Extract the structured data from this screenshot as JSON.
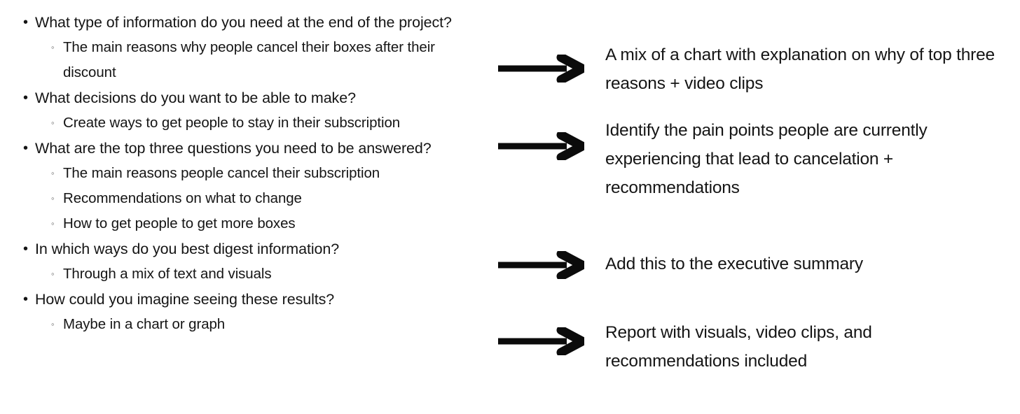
{
  "slide": {
    "background_color": "#ffffff",
    "text_color": "#151515"
  },
  "outline": {
    "items": [
      {
        "level": 1,
        "bullet": "filled-dot",
        "text": "What type of information do you need at the end of the project?"
      },
      {
        "level": 2,
        "bullet": "hollow-circle",
        "text": "The main reasons why people cancel their boxes after their discount"
      },
      {
        "level": 1,
        "bullet": "filled-dot",
        "text": "What decisions do you want to be able to make?"
      },
      {
        "level": 2,
        "bullet": "hollow-circle",
        "text": "Create ways to get people to stay in their subscription"
      },
      {
        "level": 1,
        "bullet": "filled-dot",
        "text": "What are the top three questions you need to be answered?"
      },
      {
        "level": 2,
        "bullet": "hollow-circle",
        "text": "The main reasons people cancel their subscription"
      },
      {
        "level": 2,
        "bullet": "hollow-circle",
        "text": "Recommendations on what to change"
      },
      {
        "level": 2,
        "bullet": "hollow-circle",
        "text": "How to get people to get more boxes"
      },
      {
        "level": 1,
        "bullet": "filled-dot",
        "text": "In which ways do you best digest information?"
      },
      {
        "level": 2,
        "bullet": "hollow-circle",
        "text": "Through a mix of text and visuals"
      },
      {
        "level": 1,
        "bullet": "filled-dot",
        "text": "How could you imagine seeing these results?"
      },
      {
        "level": 2,
        "bullet": "hollow-circle",
        "text": "Maybe in a chart or graph"
      }
    ]
  },
  "answers": [
    {
      "arrow": "right-arrow-icon",
      "text": "A mix of a chart with explanation on why of top three reasons + video clips"
    },
    {
      "arrow": "right-arrow-icon",
      "text": "Identify the pain points people are currently experiencing that lead to cancelation + recommendations"
    },
    {
      "arrow": "right-arrow-icon",
      "text": "Add this to the executive summary"
    },
    {
      "arrow": "right-arrow-icon",
      "text": "Report with visuals, video clips, and recommendations included"
    }
  ],
  "bullet_glyphs": {
    "filled_dot": "•",
    "hollow_circle": "◦"
  }
}
